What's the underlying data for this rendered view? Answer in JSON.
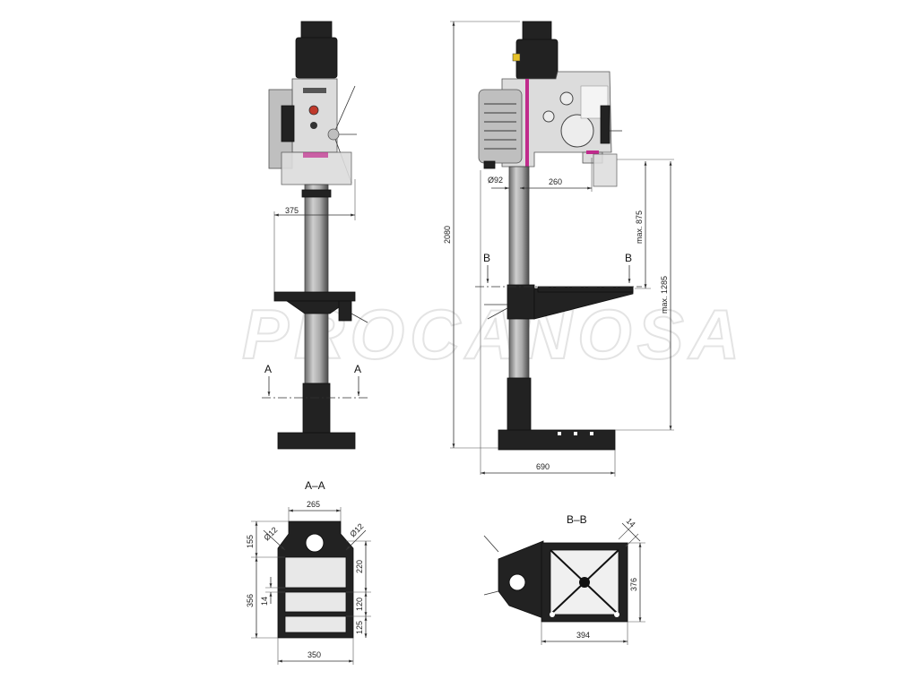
{
  "watermark": "PROCANOSA",
  "dimensions": {
    "front_width": "375",
    "overall_height": "2080",
    "spindle_diameter": "Ø92",
    "throat": "260",
    "max_875": "max. 875",
    "max_1285": "max. 1285",
    "base_length": "690"
  },
  "sections": {
    "aa": {
      "title": "A–A",
      "width_top": "265",
      "hole_left": "Ø12",
      "hole_right": "Ø12",
      "h_155": "155",
      "h_356": "356",
      "h_14": "14",
      "h_220": "220",
      "h_120": "120",
      "h_125": "125",
      "width_bottom": "350"
    },
    "bb": {
      "title": "B–B",
      "slot": "14",
      "height": "376",
      "width": "394"
    }
  },
  "section_marks": {
    "a_left": "A",
    "a_right": "A",
    "b_left": "B",
    "b_right": "B"
  },
  "colors": {
    "accent": "#c02a8c",
    "machine_grey": "#dcdcdc",
    "machine_dark": "#222222"
  }
}
